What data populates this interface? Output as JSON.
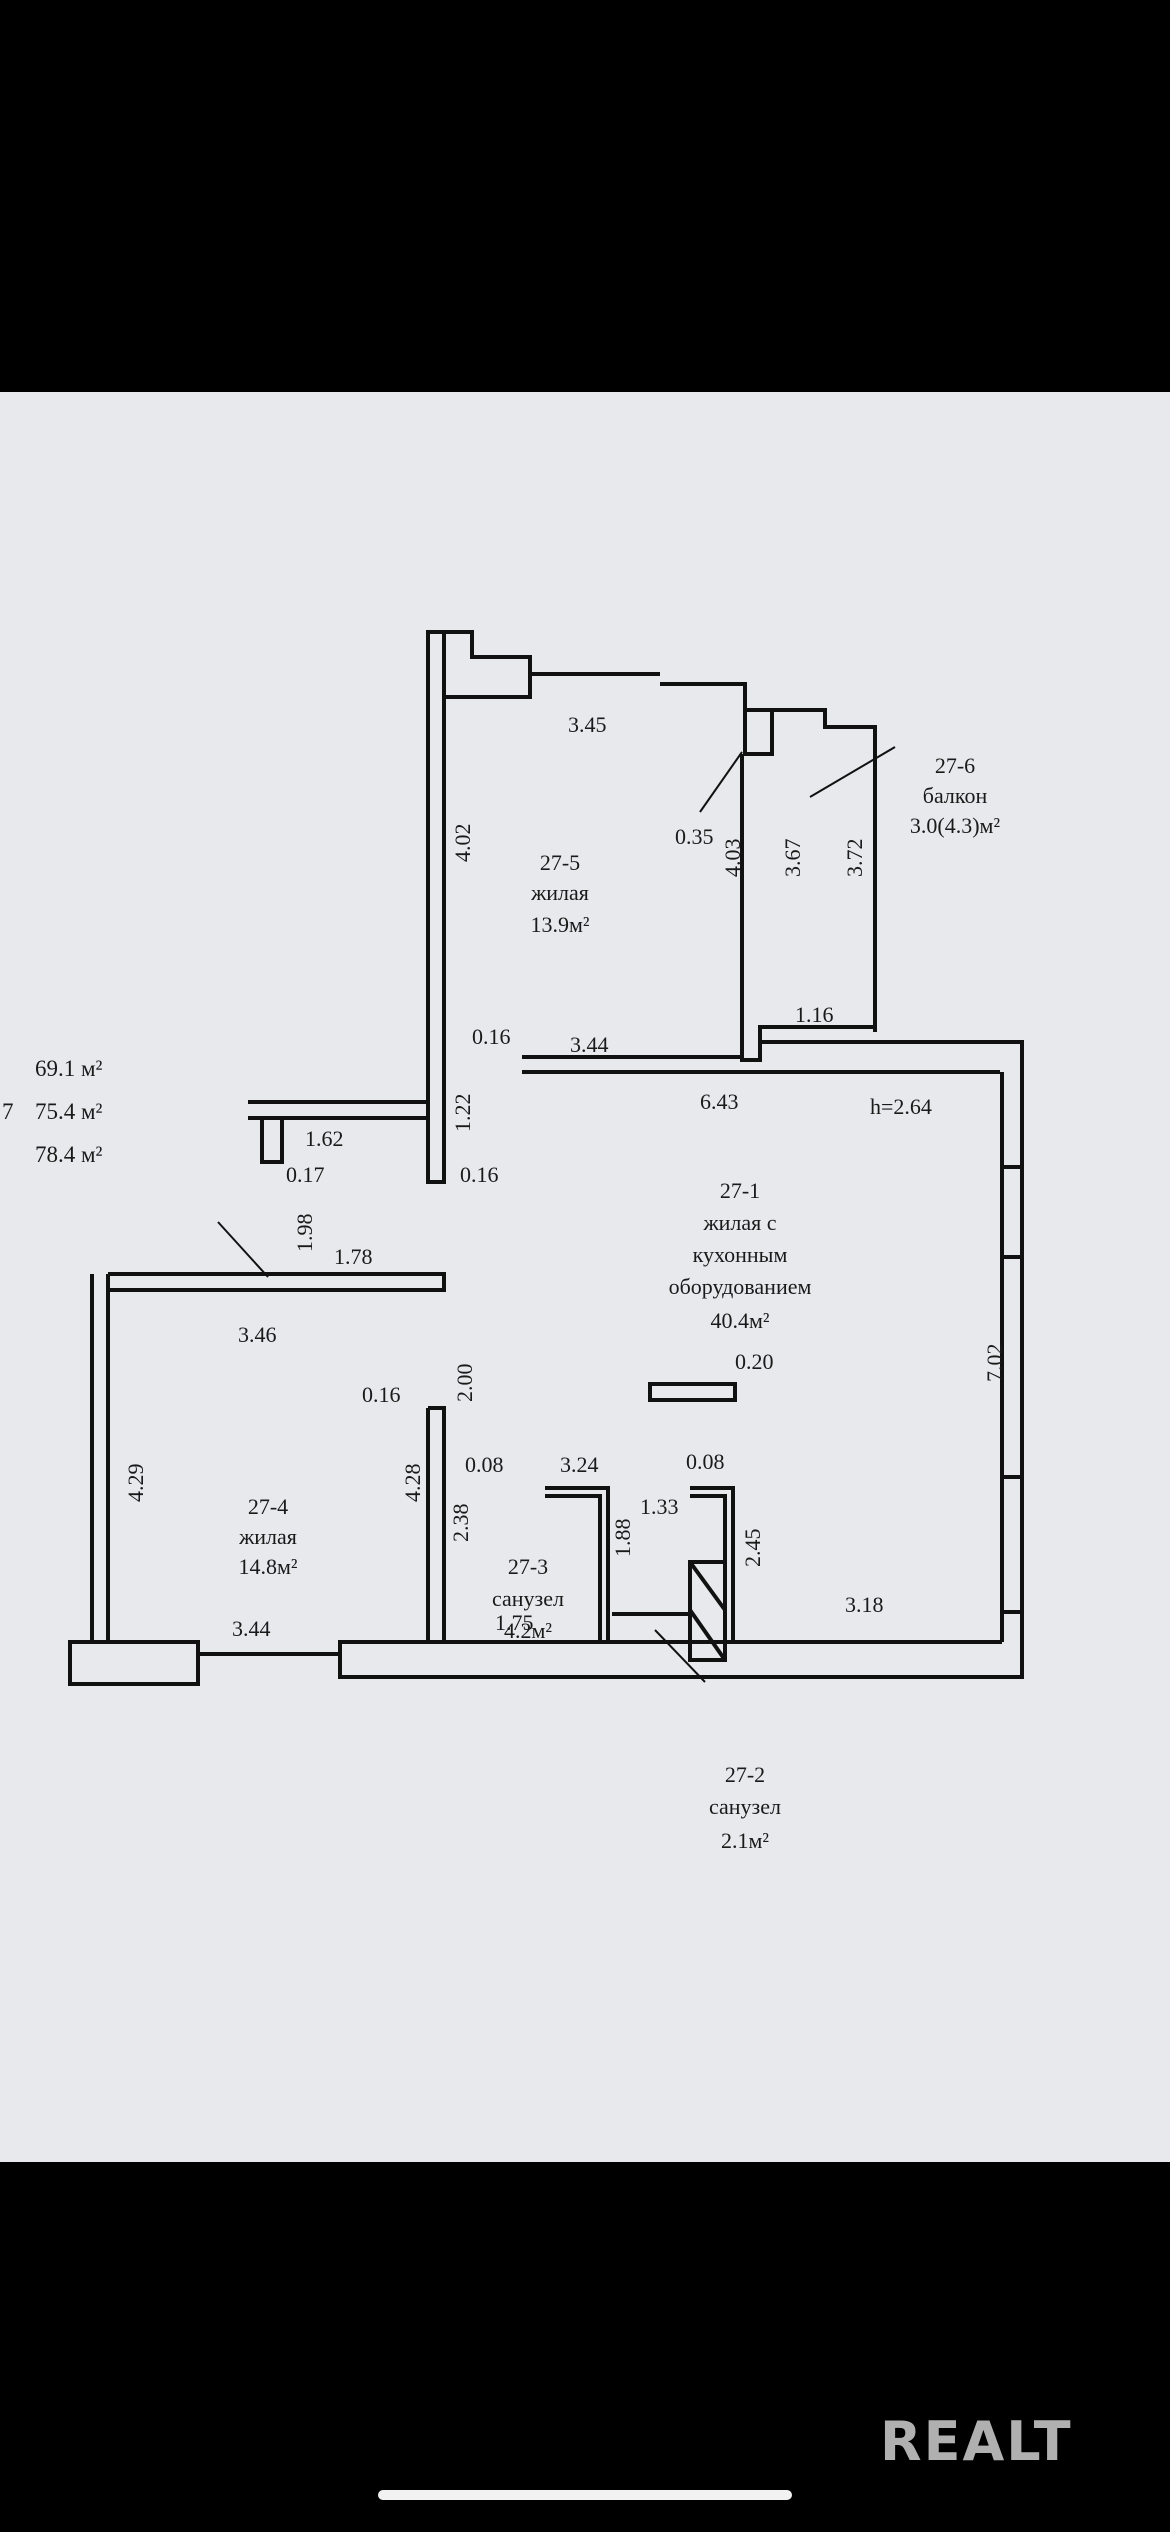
{
  "totals": {
    "t1": "69.1  м²",
    "t2": "75.4  м²",
    "t2_prefix": "7",
    "t3": "78.4  м²"
  },
  "rooms": {
    "r5": {
      "id": "27-5",
      "type": "жилая",
      "area": "13.9м²"
    },
    "r6": {
      "id": "27-6",
      "type": "балкон",
      "area": "3.0(4.3)м²"
    },
    "r1": {
      "id": "27-1",
      "l1": "жилая с",
      "l2": "кухонным",
      "l3": "оборудованием",
      "area": "40.4м²"
    },
    "r4": {
      "id": "27-4",
      "type": "жилая",
      "area": "14.8м²"
    },
    "r3": {
      "id": "27-3",
      "type": "санузел",
      "area": "4.2м²"
    },
    "r2": {
      "id": "27-2",
      "type": "санузел",
      "area": "2.1м²"
    }
  },
  "dims": {
    "d345": "3.45",
    "d402": "4.02",
    "d035": "0.35",
    "d403": "4.03",
    "d367": "3.67",
    "d372": "3.72",
    "d016a": "0.16",
    "d344a": "3.44",
    "d116": "1.16",
    "d643": "6.43",
    "h": "h=2.64",
    "d162": "1.62",
    "d122": "1.22",
    "d017": "0.17",
    "d016b": "0.16",
    "d198": "1.98",
    "d178": "1.78",
    "d346": "3.46",
    "d016c": "0.16",
    "d200": "2.00",
    "d020": "0.20",
    "d702": "7.02",
    "d008a": "0.08",
    "d324": "3.24",
    "d008b": "0.08",
    "d133": "1.33",
    "d429": "4.29",
    "d428": "4.28",
    "d238": "2.38",
    "d188": "1.88",
    "d245": "2.45",
    "d344b": "3.44",
    "d175": "1.75",
    "d318": "3.18"
  },
  "watermark": "REALT"
}
